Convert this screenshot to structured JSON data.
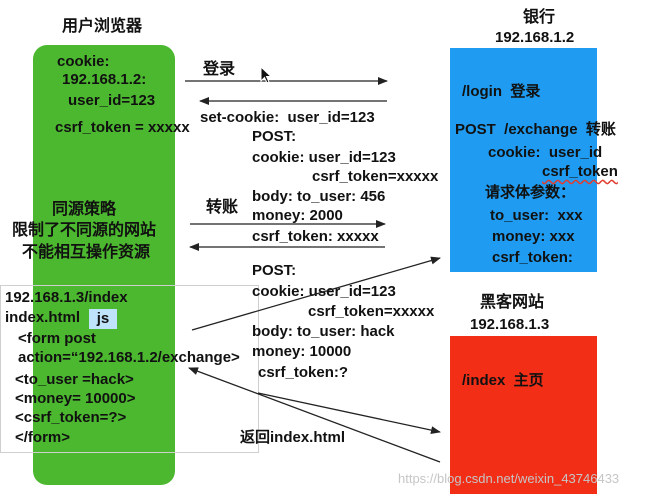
{
  "colors": {
    "browser_box": "#4cb82f",
    "bank_box": "#1f9cf2",
    "hacker_box": "#f22e17",
    "js_chip": "#bfe3fb",
    "text": "#111111",
    "arrow": "#222222",
    "watermark": "#c6c6c6",
    "spellcheck_underline": "#e23b2e"
  },
  "icons": {
    "cursor": "mouse-cursor-icon"
  },
  "browser": {
    "title": "用户浏览器",
    "cookie": {
      "label": "cookie:",
      "host": "192.168.1.2:",
      "user_id": "user_id=123",
      "csrf_token": "csrf_token = xxxxx"
    },
    "same_origin_policy": {
      "title": "同源策略",
      "line1": "限制了不同源的网站",
      "line2": "不能相互操作资源"
    },
    "hacker_page": {
      "url": "192.168.1.3/index",
      "file": "index.html",
      "script_badge": "js",
      "form_lines": [
        "<form post",
        "action=“192.168.1.2/exchange>",
        "<to_user =hack>",
        "<money= 10000>",
        "<csrf_token=?>",
        "</form>"
      ]
    }
  },
  "flows": {
    "login_label": "登录",
    "login_response": "set-cookie:  user_id=123",
    "transfer_label": "转账",
    "transfer_request": [
      "POST:",
      "cookie: user_id=123",
      "csrf_token=xxxxx",
      "body: to_user: 456",
      "money: 2000",
      "csrf_token: xxxxx"
    ],
    "forged_request": [
      "POST:",
      "cookie: user_id=123",
      "csrf_token=xxxxx",
      "body: to_user: hack",
      "money: 10000",
      "csrf_token:?"
    ],
    "hacker_response_label": "返回index.html"
  },
  "bank": {
    "title": "银行",
    "ip": "192.168.1.2",
    "login_endpoint": "/login  登录",
    "exchange_endpoint": "POST  /exchange  转账",
    "cookie_requirement": "cookie:  user_id",
    "csrf_requirement": "csrf_token",
    "body_params_title": "请求体参数：",
    "body_params": [
      "to_user:  xxx",
      "money: xxx",
      "csrf_token:"
    ]
  },
  "hacker": {
    "title": "黑客网站",
    "ip": "192.168.1.3",
    "index_endpoint": "/index  主页"
  },
  "watermark": "https://blog.csdn.net/weixin_43746433"
}
